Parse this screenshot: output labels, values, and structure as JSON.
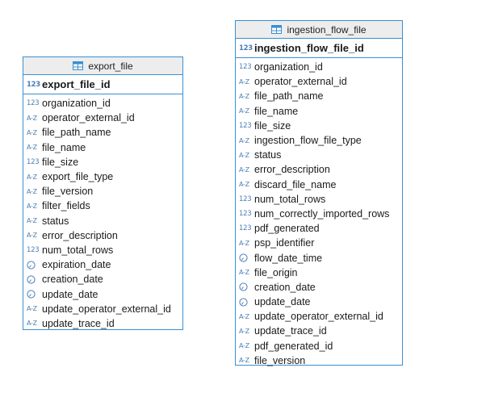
{
  "tables": [
    {
      "title": "export_file",
      "pk": {
        "name": "export_file_id",
        "type": "number",
        "type_label": "123"
      },
      "columns": [
        {
          "name": "organization_id",
          "type": "number",
          "type_label": "123"
        },
        {
          "name": "operator_external_id",
          "type": "text",
          "type_label": "A-Z"
        },
        {
          "name": "file_path_name",
          "type": "text",
          "type_label": "A-Z"
        },
        {
          "name": "file_name",
          "type": "text",
          "type_label": "A-Z"
        },
        {
          "name": "file_size",
          "type": "number",
          "type_label": "123"
        },
        {
          "name": "export_file_type",
          "type": "text",
          "type_label": "A-Z"
        },
        {
          "name": "file_version",
          "type": "text",
          "type_label": "A-Z"
        },
        {
          "name": "filter_fields",
          "type": "text",
          "type_label": "A-Z"
        },
        {
          "name": "status",
          "type": "text",
          "type_label": "A-Z"
        },
        {
          "name": "error_description",
          "type": "text",
          "type_label": "A-Z"
        },
        {
          "name": "num_total_rows",
          "type": "number",
          "type_label": "123"
        },
        {
          "name": "expiration_date",
          "type": "datetime"
        },
        {
          "name": "creation_date",
          "type": "datetime"
        },
        {
          "name": "update_date",
          "type": "datetime"
        },
        {
          "name": "update_operator_external_id",
          "type": "text",
          "type_label": "A-Z"
        },
        {
          "name": "update_trace_id",
          "type": "text",
          "type_label": "A-Z"
        }
      ]
    },
    {
      "title": "ingestion_flow_file",
      "pk": {
        "name": "ingestion_flow_file_id",
        "type": "number",
        "type_label": "123"
      },
      "columns": [
        {
          "name": "organization_id",
          "type": "number",
          "type_label": "123"
        },
        {
          "name": "operator_external_id",
          "type": "text",
          "type_label": "A-Z"
        },
        {
          "name": "file_path_name",
          "type": "text",
          "type_label": "A-Z"
        },
        {
          "name": "file_name",
          "type": "text",
          "type_label": "A-Z"
        },
        {
          "name": "file_size",
          "type": "number",
          "type_label": "123"
        },
        {
          "name": "ingestion_flow_file_type",
          "type": "text",
          "type_label": "A-Z"
        },
        {
          "name": "status",
          "type": "text",
          "type_label": "A-Z"
        },
        {
          "name": "error_description",
          "type": "text",
          "type_label": "A-Z"
        },
        {
          "name": "discard_file_name",
          "type": "text",
          "type_label": "A-Z"
        },
        {
          "name": "num_total_rows",
          "type": "number",
          "type_label": "123"
        },
        {
          "name": "num_correctly_imported_rows",
          "type": "number",
          "type_label": "123"
        },
        {
          "name": "pdf_generated",
          "type": "number",
          "type_label": "123"
        },
        {
          "name": "psp_identifier",
          "type": "text",
          "type_label": "A-Z"
        },
        {
          "name": "flow_date_time",
          "type": "datetime"
        },
        {
          "name": "file_origin",
          "type": "text",
          "type_label": "A-Z"
        },
        {
          "name": "creation_date",
          "type": "datetime"
        },
        {
          "name": "update_date",
          "type": "datetime"
        },
        {
          "name": "update_operator_external_id",
          "type": "text",
          "type_label": "A-Z"
        },
        {
          "name": "update_trace_id",
          "type": "text",
          "type_label": "A-Z"
        },
        {
          "name": "pdf_generated_id",
          "type": "text",
          "type_label": "A-Z"
        },
        {
          "name": "file_version",
          "type": "text",
          "type_label": "A-Z"
        }
      ]
    }
  ],
  "colors": {
    "border": "#3a8fd1",
    "header_bg": "#ededed",
    "type_icon": "#4a7fb5"
  }
}
